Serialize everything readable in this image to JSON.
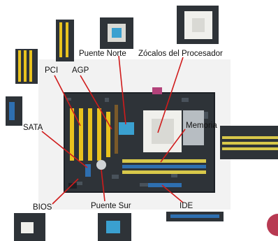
{
  "labels": {
    "pci": "PCI",
    "agp": "AGP",
    "north_bridge": "Puente Norte",
    "cpu_sockets": "Zócalos del Procesador",
    "sata": "SATA",
    "memory": "Memoria",
    "bios": "BIOS",
    "south_bridge": "Puente Sur",
    "ide": "IDE"
  },
  "colors": {
    "board": "#2e3338",
    "board_dark": "#1d2126",
    "pci_slot": "#e8c21e",
    "dimm_slot": "#d8c84a",
    "heatsink": "#3aa0d0",
    "socket": "#f0f0ec",
    "leader_line": "#d01c1c",
    "accent_circle": "#b83a52",
    "background_panel": "#f2f2f2"
  }
}
